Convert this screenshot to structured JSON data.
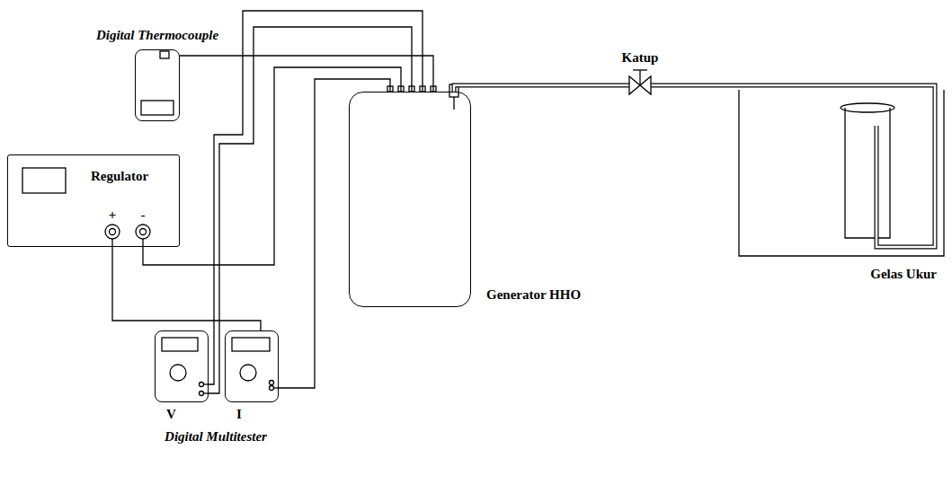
{
  "diagram": {
    "nodes": [
      {
        "text": [
          "Digital Thermocouple"
        ]
      },
      {
        "text": [
          "Regulator"
        ]
      },
      {
        "text": [
          "Generator HHO"
        ]
      },
      {
        "text": [
          "Katup"
        ]
      },
      {
        "text": [
          "Gelas Ukur"
        ]
      },
      {
        "text": [
          "V"
        ]
      },
      {
        "text": [
          "I"
        ]
      }
    ],
    "edges": [
      {
        "from": 0,
        "to": 2,
        "arrow": "none"
      },
      {
        "from": 1,
        "to": 2,
        "arrow": "none"
      },
      {
        "from": 1,
        "to": 6,
        "arrow": "none"
      },
      {
        "from": 6,
        "to": 2,
        "arrow": "none"
      },
      {
        "from": 5,
        "to": 2,
        "arrow": "none"
      },
      {
        "from": 5,
        "to": 2,
        "arrow": "none"
      },
      {
        "from": 2,
        "to": 3,
        "arrow": "none"
      },
      {
        "from": 3,
        "to": 4,
        "arrow": "none"
      }
    ],
    "labels": [
      "+",
      "-",
      "Digital Multitester"
    ]
  }
}
